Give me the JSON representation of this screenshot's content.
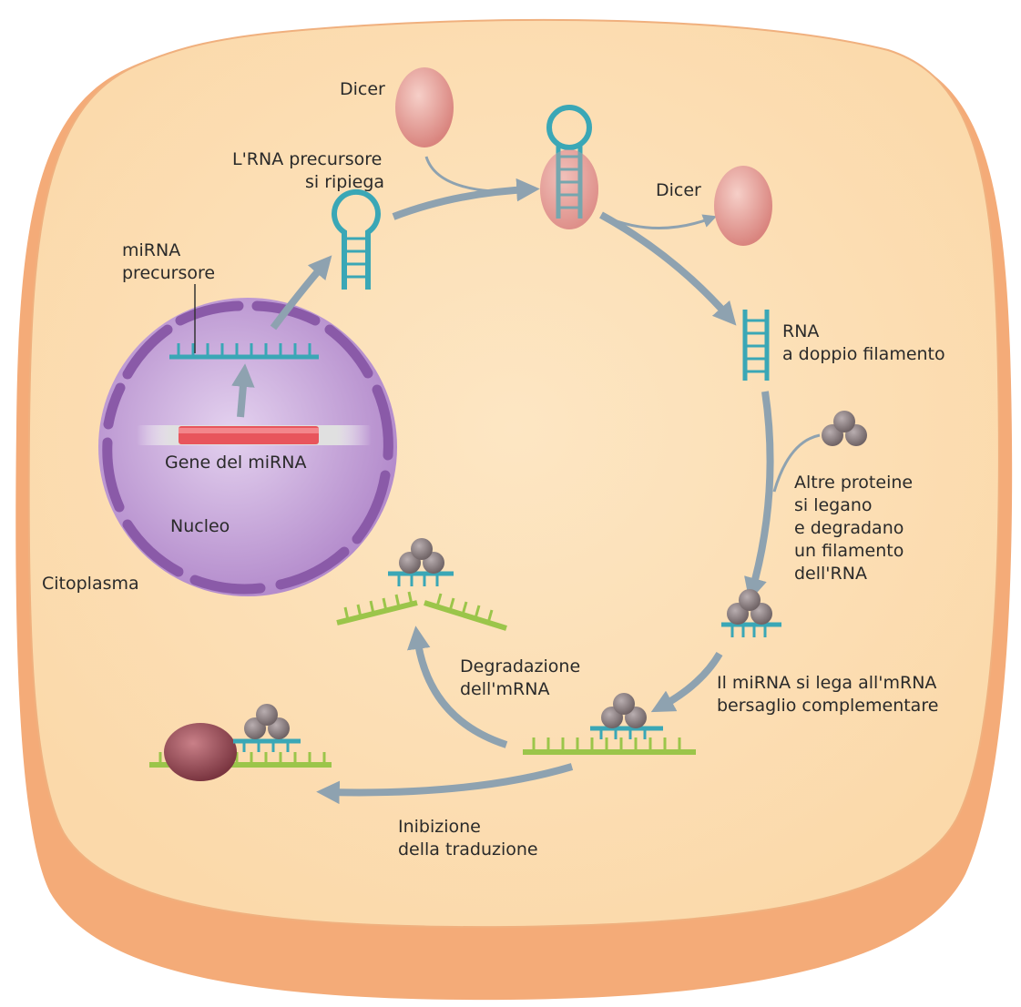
{
  "labels": {
    "dicer_top": "Dicer",
    "precursor_folds": [
      "L'RNA precursore",
      "si ripiega"
    ],
    "mirna_precursor": [
      "miRNA",
      "precursore"
    ],
    "dicer_right": "Dicer",
    "double_strand": [
      "RNA",
      "a doppio filamento"
    ],
    "gene": "Gene del miRNA",
    "nucleus": "Nucleo",
    "cytoplasm": "Citoplasma",
    "other_proteins": [
      "Altre proteine",
      "si legano",
      "e degradano",
      "un filamento",
      "dell'RNA"
    ],
    "degradation": [
      "Degradazione",
      "dell'mRNA"
    ],
    "binds_target": [
      "Il miRNA si lega all'mRNA",
      "bersaglio complementare"
    ],
    "inhibition": [
      "Inibizione",
      "della traduzione"
    ]
  },
  "colors": {
    "cell_fill": "#fde3bd",
    "cell_edge": "#f2a673",
    "nucleus_fill": "#c9a6de",
    "nuclear_envelope": "#8a5aa8",
    "rna_teal": "#3aa7b6",
    "mrna_green": "#9bc54a",
    "gene_red": "#e8555c",
    "dicer_pink": "#e9a6a0",
    "protein_gray": "#8a7e80",
    "ribosome": "#9e5058",
    "arrow": "#8ea2b0"
  }
}
